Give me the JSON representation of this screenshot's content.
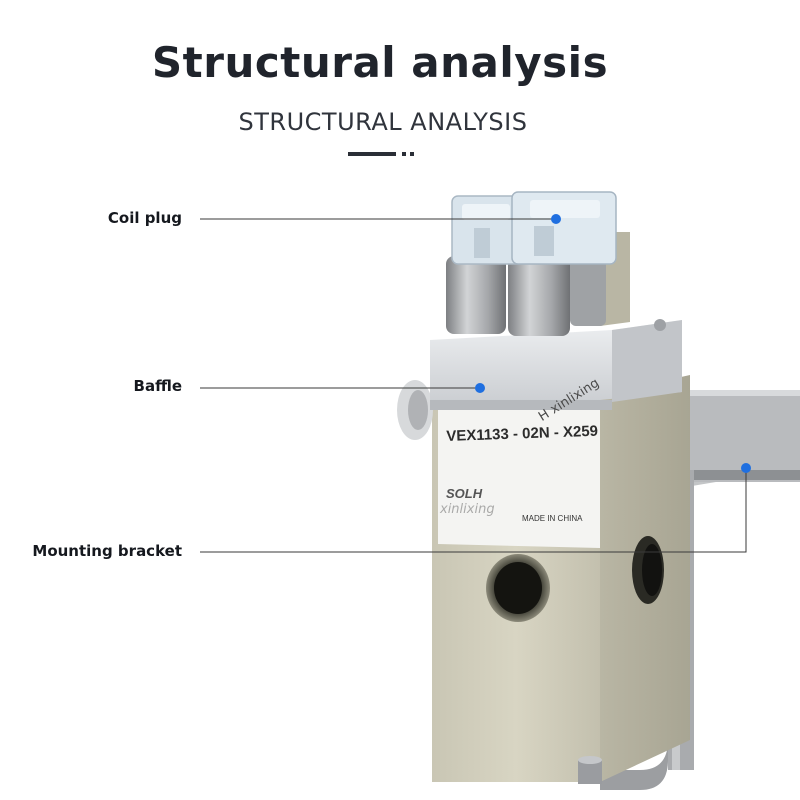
{
  "header": {
    "title": "Structural analysis",
    "subtitle": "STRUCTURAL ANALYSIS"
  },
  "callouts": [
    {
      "label": "Coil plug"
    },
    {
      "label": "Baffle"
    },
    {
      "label": "Mounting bracket"
    }
  ],
  "product": {
    "model_label": "VEX1133 - 02N - X259",
    "brand_label": "SOLH",
    "origin_label": "MADE IN CHINA"
  },
  "watermarks": [
    "H xinlixing",
    "xinlixing"
  ],
  "colors": {
    "marker_dot": "#1f6fe0",
    "leader_line": "#3a3a3a",
    "title_text": "#20242c"
  }
}
